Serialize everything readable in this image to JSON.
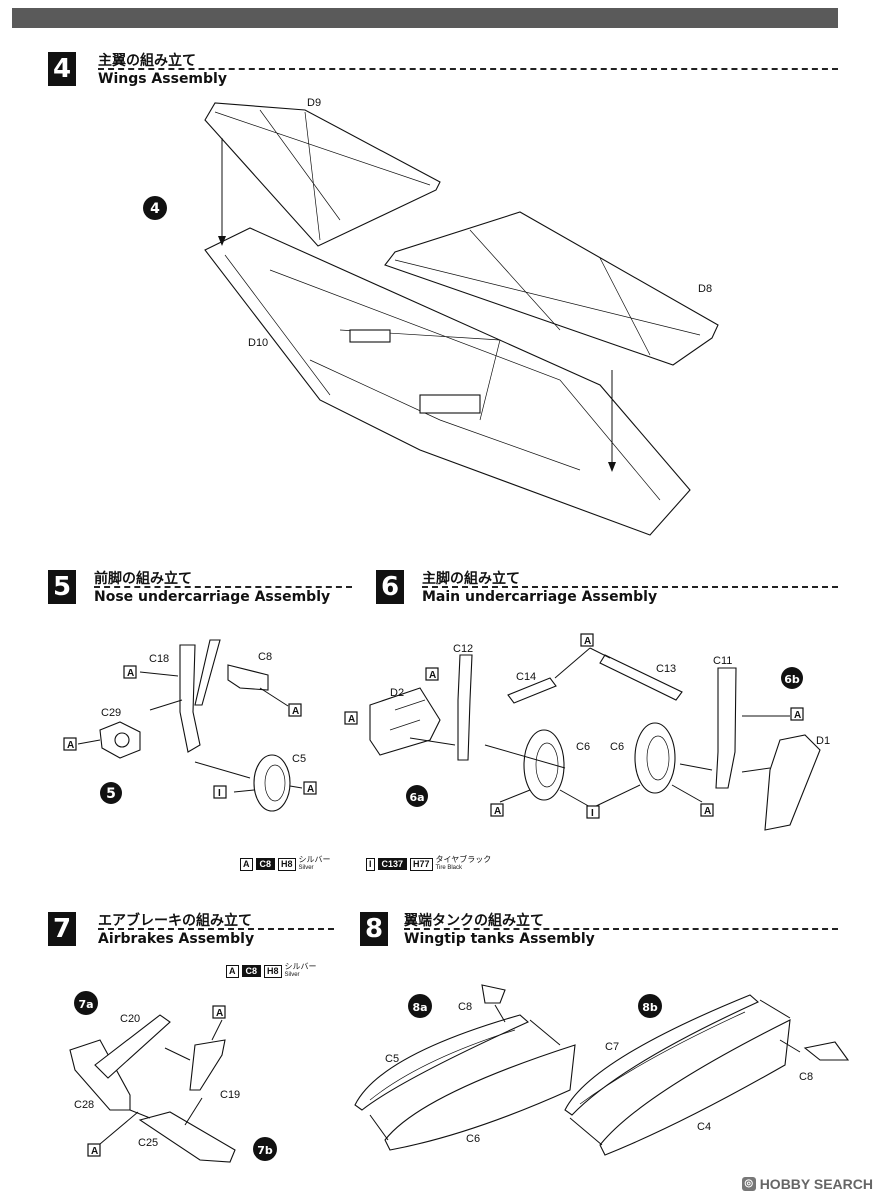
{
  "steps": {
    "s4": {
      "num": "4",
      "jp": "主翼の組み立て",
      "en": "Wings Assembly"
    },
    "s5": {
      "num": "5",
      "jp": "前脚の組み立て",
      "en": "Nose undercarriage Assembly"
    },
    "s6": {
      "num": "6",
      "jp": "主脚の組み立て",
      "en": "Main undercarriage Assembly"
    },
    "s7": {
      "num": "7",
      "jp": "エアブレーキの組み立て",
      "en": "Airbrakes Assembly"
    },
    "s8": {
      "num": "8",
      "jp": "翼端タンクの組み立て",
      "en": "Wingtip tanks Assembly"
    }
  },
  "callouts": {
    "c4": "4",
    "c5": "5",
    "c6a": "6a",
    "c6b": "6b",
    "c7a": "7a",
    "c7b": "7b",
    "c8a": "8a",
    "c8b": "8b"
  },
  "parts": {
    "D9": "D9",
    "D8": "D8",
    "D10": "D10",
    "C18": "C18",
    "C8": "C8",
    "C29": "C29",
    "C5": "C5",
    "C12": "C12",
    "C14": "C14",
    "C13": "C13",
    "C11": "C11",
    "D2": "D2",
    "C6": "C6",
    "D1": "D1",
    "C20": "C20",
    "C19": "C19",
    "C28": "C28",
    "C25": "C25",
    "C7": "C7",
    "C4": "C4"
  },
  "paint_keys": {
    "A": "A",
    "I": "I"
  },
  "paints": {
    "silver": {
      "key": "A",
      "code": "C8",
      "code2": "H8",
      "jp": "シルバー",
      "en": "Silver"
    },
    "tire": {
      "key": "I",
      "code": "C137",
      "code2": "H77",
      "jp": "タイヤブラック",
      "en": "Tire Black"
    },
    "silver2": {
      "key": "A",
      "code": "C8",
      "code2": "H8",
      "jp": "シルバー",
      "en": "Silver"
    }
  },
  "watermark": {
    "text": "HOBBY SEARCH",
    "icon": "hobby-search-logo-icon"
  },
  "colors": {
    "ink": "#111111",
    "bar": "#5a5a5a",
    "watermark": "#666666"
  }
}
